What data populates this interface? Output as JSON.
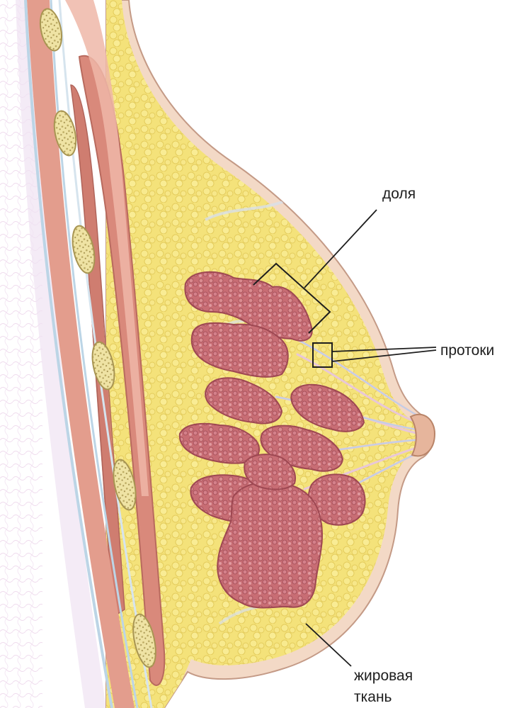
{
  "labels": {
    "lobe": "доля",
    "ducts": "протоки",
    "fat_line1": "жировая",
    "fat_line2": "ткань"
  },
  "colors": {
    "background": "#ffffff",
    "skin": "#f3d9c6",
    "skin_outline": "#c49a86",
    "fat": "#f4e27a",
    "fat_dark": "#e7cd58",
    "lobule": "#c86d74",
    "lobule_dark": "#9e4852",
    "muscle": "#d9897b",
    "muscle_light": "#efb7a8",
    "rib_fill": "#efe3a4",
    "rib_dots": "#b9a860",
    "fascia": "#bcd5e6",
    "leader_line": "#1e1e1e"
  }
}
